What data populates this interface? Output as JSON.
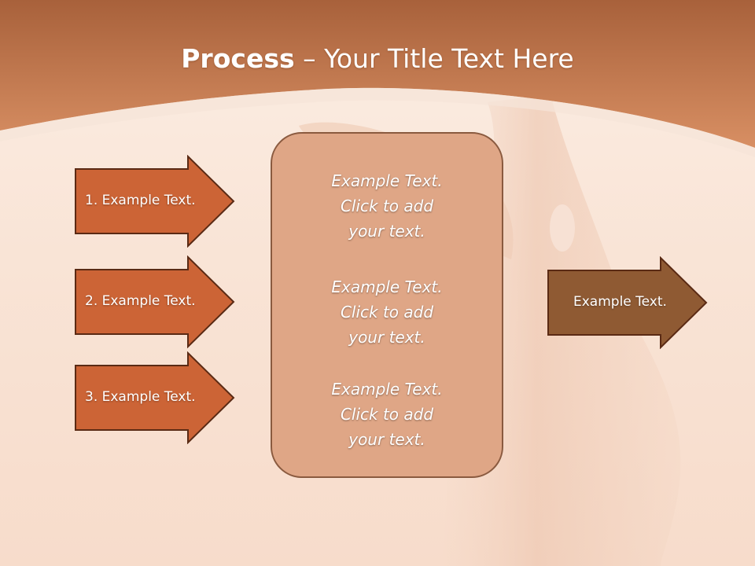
{
  "title": {
    "bold": "Process",
    "rest": " – Your Title Text Here"
  },
  "steps": [
    {
      "label": "1. Example Text."
    },
    {
      "label": "2. Example Text."
    },
    {
      "label": "3. Example Text."
    }
  ],
  "center": {
    "blocks": [
      {
        "line1": "Example Text.",
        "line2": "Click  to add",
        "line3": "your text."
      },
      {
        "line1": "Example Text.",
        "line2": "Click  to add",
        "line3": "your text."
      },
      {
        "line1": "Example Text.",
        "line2": "Click  to add",
        "line3": "your text."
      }
    ]
  },
  "output": {
    "label": "Example Text."
  },
  "colors": {
    "header": "#c97e54",
    "step_arrow": "#cc6436",
    "center_box": "#dfa686",
    "output_arrow": "#8f5a33",
    "border": "#5a2a14"
  }
}
